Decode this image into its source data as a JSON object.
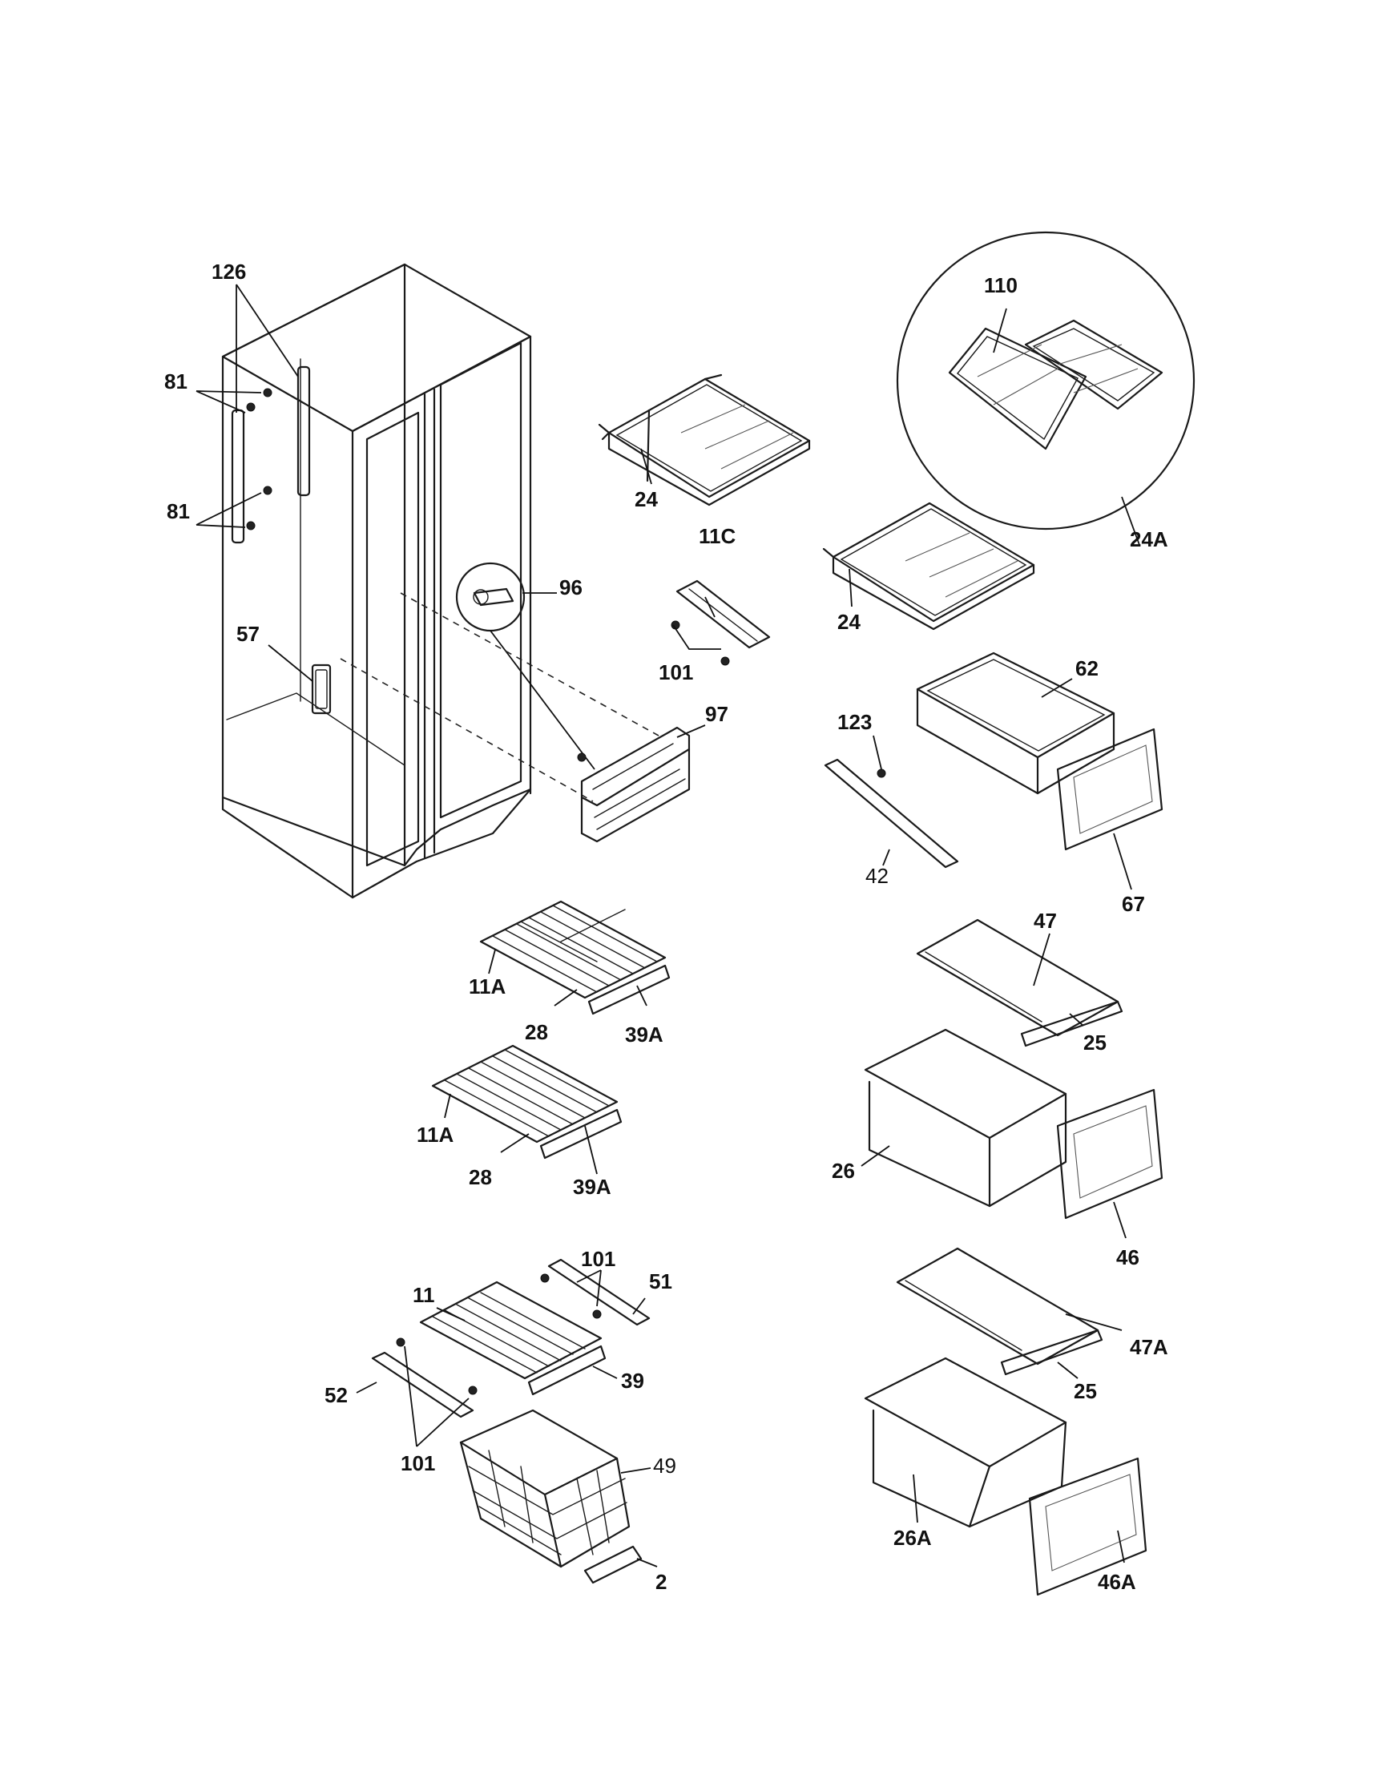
{
  "diagram": {
    "labels": [
      {
        "id": "126",
        "text": "126"
      },
      {
        "id": "81a",
        "text": "81"
      },
      {
        "id": "81b",
        "text": "81"
      },
      {
        "id": "57",
        "text": "57"
      },
      {
        "id": "96",
        "text": "96"
      },
      {
        "id": "97",
        "text": "97"
      },
      {
        "id": "24a",
        "text": "24"
      },
      {
        "id": "24b",
        "text": "24"
      },
      {
        "id": "11C",
        "text": "11C"
      },
      {
        "id": "101a",
        "text": "101"
      },
      {
        "id": "110",
        "text": "110"
      },
      {
        "id": "24A",
        "text": "24A"
      },
      {
        "id": "62",
        "text": "62"
      },
      {
        "id": "123",
        "text": "123"
      },
      {
        "id": "42",
        "text": "42"
      },
      {
        "id": "67",
        "text": "67"
      },
      {
        "id": "47",
        "text": "47"
      },
      {
        "id": "25a",
        "text": "25"
      },
      {
        "id": "11Aa",
        "text": "11A"
      },
      {
        "id": "28a",
        "text": "28"
      },
      {
        "id": "39Aa",
        "text": "39A"
      },
      {
        "id": "11Ab",
        "text": "11A"
      },
      {
        "id": "28b",
        "text": "28"
      },
      {
        "id": "39Ab",
        "text": "39A"
      },
      {
        "id": "26",
        "text": "26"
      },
      {
        "id": "46",
        "text": "46"
      },
      {
        "id": "101b",
        "text": "101"
      },
      {
        "id": "51",
        "text": "51"
      },
      {
        "id": "11",
        "text": "11"
      },
      {
        "id": "47A",
        "text": "47A"
      },
      {
        "id": "52",
        "text": "52"
      },
      {
        "id": "39",
        "text": "39"
      },
      {
        "id": "25b",
        "text": "25"
      },
      {
        "id": "101c",
        "text": "101"
      },
      {
        "id": "49",
        "text": "49"
      },
      {
        "id": "26A",
        "text": "26A"
      },
      {
        "id": "2",
        "text": "2"
      },
      {
        "id": "46A",
        "text": "46A"
      }
    ]
  }
}
